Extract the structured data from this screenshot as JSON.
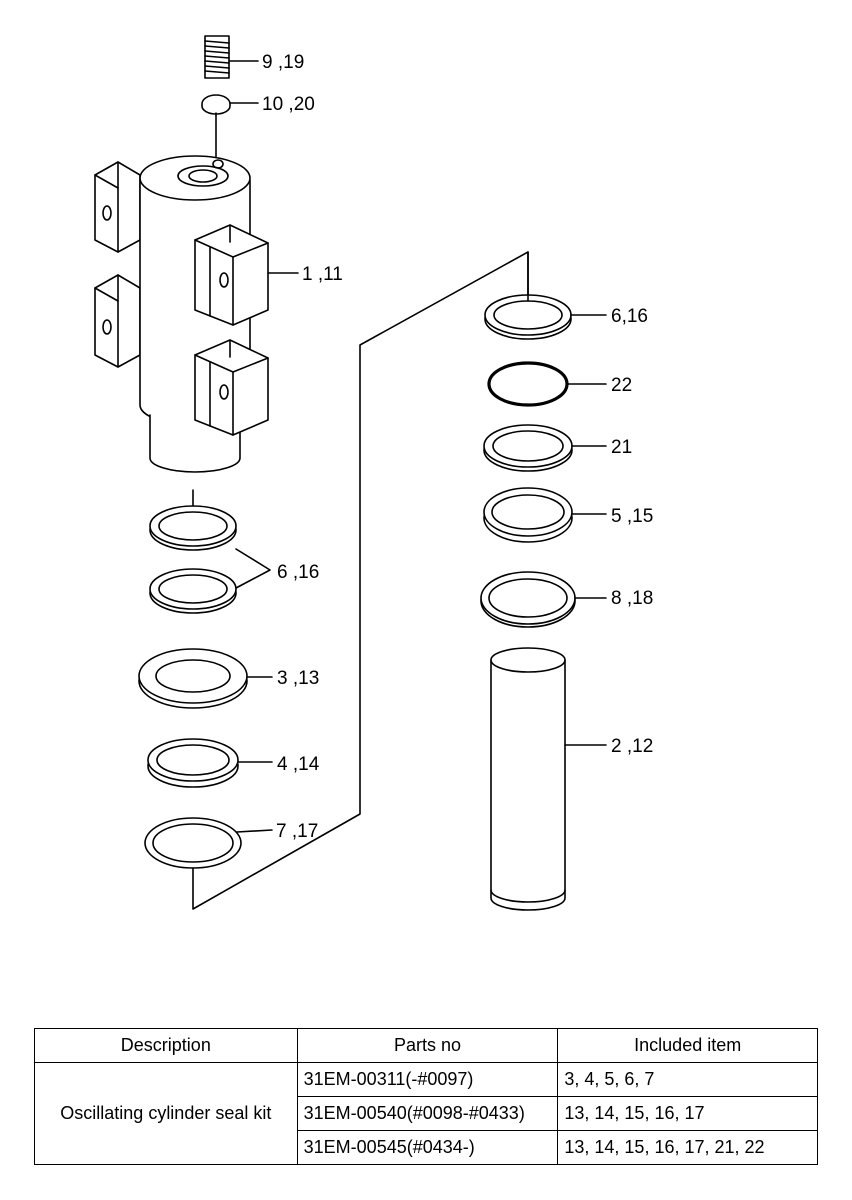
{
  "callouts": {
    "plug": "9 ,19",
    "ball": "10 ,20",
    "cylinder": "1 ,11",
    "upper_rings_left": "6 ,16",
    "ring_3": "3 ,13",
    "ring_4": "4 ,14",
    "ring_7": "7 ,17",
    "ring_6_right": "6,16",
    "oring_22": "22",
    "ring_21": "21",
    "ring_5": "5 ,15",
    "ring_8": "8 ,18",
    "pin": "2 ,12"
  },
  "table": {
    "headers": [
      "Description",
      "Parts no",
      "Included item"
    ],
    "description": "Oscillating cylinder seal kit",
    "rows": [
      {
        "part_no": "31EM-00311(-#0097)",
        "items": "3, 4, 5, 6, 7"
      },
      {
        "part_no": "31EM-00540(#0098-#0433)",
        "items": "13, 14, 15, 16, 17"
      },
      {
        "part_no": "31EM-00545(#0434-)",
        "items": "13, 14, 15, 16, 17, 21, 22"
      }
    ]
  }
}
